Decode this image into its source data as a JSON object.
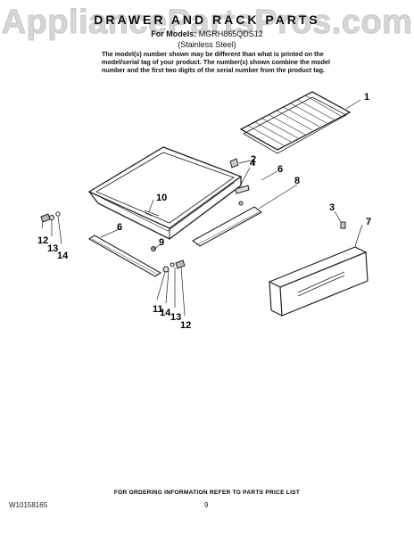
{
  "watermark": "AppliancePartsPros.com",
  "header": {
    "title": "DRAWER AND RACK PARTS",
    "models_label": "For Models:",
    "models_value": "MGRH865QDS12",
    "variant": "(Stainless Steel)"
  },
  "note_lines": [
    "The model(s) number shown may be different than what is printed on the",
    "model/serial tag of your product. The number(s) shown combine the model",
    "number and the first two digits of the serial number from the product tag."
  ],
  "callouts": {
    "c1": "1",
    "c2": "2",
    "c3": "3",
    "c4": "4",
    "c6a": "6",
    "c6b": "6",
    "c7": "7",
    "c8": "8",
    "c9": "9",
    "c10": "10",
    "c11": "11",
    "c12a": "12",
    "c12b": "12",
    "c13a": "13",
    "c13b": "13",
    "c14a": "14",
    "c14b": "14"
  },
  "footer": {
    "order_info": "FOR ORDERING INFORMATION REFER TO PARTS PRICE LIST",
    "doc_code": "W10158165",
    "page": "9"
  }
}
